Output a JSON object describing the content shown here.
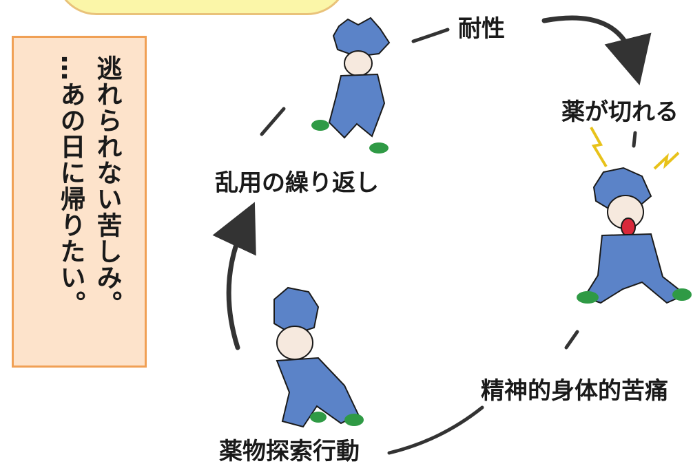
{
  "panel": {
    "line1": "逃れられない苦しみ。",
    "line2": "…あの日に帰りたい。"
  },
  "cycle": [
    {
      "key": "tolerance",
      "label": "耐性"
    },
    {
      "key": "wears_off",
      "label": "薬が切れる"
    },
    {
      "key": "suffering",
      "label": "精神的身体的苦痛"
    },
    {
      "key": "seeking",
      "label": "薬物探索行動"
    },
    {
      "key": "repeat",
      "label": "乱用の繰り返し"
    }
  ],
  "colors": {
    "bubble_fill": "#fbf6a8",
    "panel_fill": "#fde3cb",
    "panel_border": "#f0a055",
    "character_blue": "#5b83c8",
    "arrow": "#333333"
  }
}
